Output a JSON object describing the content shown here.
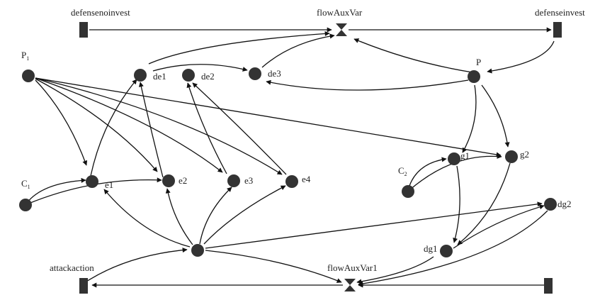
{
  "colors": {
    "ink": "#111111",
    "node": "#333333",
    "background": "#ffffff"
  },
  "stocks": [
    {
      "id": "defensenoinvest",
      "label": "defensenoinvest"
    },
    {
      "id": "defenseinvest",
      "label": "defenseinvest"
    },
    {
      "id": "attackaction",
      "label": "attackaction"
    },
    {
      "id": "sink",
      "label": ""
    }
  ],
  "valves": [
    {
      "id": "flowAuxVar",
      "label": "flowAuxVar"
    },
    {
      "id": "flowAuxVar1",
      "label": "flowAuxVar1"
    }
  ],
  "nodes": [
    {
      "id": "P1",
      "label": "P",
      "subscript": "1"
    },
    {
      "id": "C1",
      "label": "C",
      "subscript": "1"
    },
    {
      "id": "C2",
      "label": "C",
      "subscript": "2"
    },
    {
      "id": "P",
      "label": "P",
      "subscript": ""
    },
    {
      "id": "de1",
      "label": "de1",
      "subscript": ""
    },
    {
      "id": "de2",
      "label": "de2",
      "subscript": ""
    },
    {
      "id": "de3",
      "label": "de3",
      "subscript": ""
    },
    {
      "id": "e1",
      "label": "e1",
      "subscript": ""
    },
    {
      "id": "e2",
      "label": "e2",
      "subscript": ""
    },
    {
      "id": "e3",
      "label": "e3",
      "subscript": ""
    },
    {
      "id": "e4",
      "label": "e4",
      "subscript": ""
    },
    {
      "id": "g1",
      "label": "g1",
      "subscript": ""
    },
    {
      "id": "g2",
      "label": "g2",
      "subscript": ""
    },
    {
      "id": "dg1",
      "label": "dg1",
      "subscript": ""
    },
    {
      "id": "dg2",
      "label": "dg2",
      "subscript": ""
    },
    {
      "id": "A",
      "label": "",
      "subscript": ""
    }
  ],
  "edges": [
    {
      "from": "defensenoinvest",
      "to": "flowAuxVar"
    },
    {
      "from": "flowAuxVar",
      "to": "defenseinvest"
    },
    {
      "from": "defenseinvest",
      "to": "P"
    },
    {
      "from": "P",
      "to": "flowAuxVar"
    },
    {
      "from": "P",
      "to": "de3"
    },
    {
      "from": "P",
      "to": "g1"
    },
    {
      "from": "P",
      "to": "g2"
    },
    {
      "from": "de1",
      "to": "flowAuxVar"
    },
    {
      "from": "de1",
      "to": "de3"
    },
    {
      "from": "de3",
      "to": "flowAuxVar"
    },
    {
      "from": "P1",
      "to": "e1"
    },
    {
      "from": "P1",
      "to": "e2"
    },
    {
      "from": "P1",
      "to": "e3"
    },
    {
      "from": "P1",
      "to": "e4"
    },
    {
      "from": "P1",
      "to": "g2"
    },
    {
      "from": "C1",
      "to": "e1"
    },
    {
      "from": "C1",
      "to": "e2"
    },
    {
      "from": "e1",
      "to": "de1"
    },
    {
      "from": "e2",
      "to": "de1"
    },
    {
      "from": "e3",
      "to": "de2"
    },
    {
      "from": "e4",
      "to": "de2"
    },
    {
      "from": "A",
      "to": "e1"
    },
    {
      "from": "A",
      "to": "e2"
    },
    {
      "from": "A",
      "to": "e3"
    },
    {
      "from": "A",
      "to": "e4"
    },
    {
      "from": "A",
      "to": "dg2"
    },
    {
      "from": "A",
      "to": "flowAuxVar1"
    },
    {
      "from": "attackaction",
      "to": "A"
    },
    {
      "from": "flowAuxVar1",
      "to": "attackaction"
    },
    {
      "from": "sink",
      "to": "flowAuxVar1"
    },
    {
      "from": "dg1",
      "to": "flowAuxVar1"
    },
    {
      "from": "dg2",
      "to": "flowAuxVar1"
    },
    {
      "from": "C2",
      "to": "g1"
    },
    {
      "from": "C2",
      "to": "g2"
    },
    {
      "from": "g1",
      "to": "dg1"
    },
    {
      "from": "g2",
      "to": "dg1"
    },
    {
      "from": "dg1",
      "to": "dg2"
    }
  ]
}
